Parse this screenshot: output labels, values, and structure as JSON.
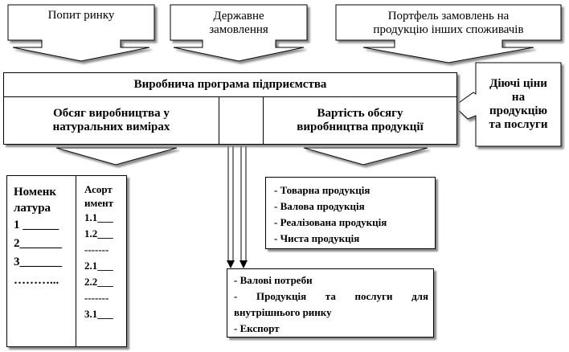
{
  "top_boxes": {
    "demand": "Попит ринку",
    "state_order": [
      "Державне",
      "замовлення"
    ],
    "portfolio": [
      "Портфель замовлень на",
      "продукцію інших споживачів"
    ]
  },
  "program": {
    "title": "Виробнича програма підприємства",
    "volume": [
      "Обсяг виробництва у",
      "натуральних вимірах"
    ],
    "cost": [
      "Вартість обсягу",
      "виробництва продукції"
    ]
  },
  "prices": [
    "Діючі ціни",
    "на",
    "продукцію",
    "та послуги"
  ],
  "nomenclature": {
    "header": [
      "Номенк",
      "латура"
    ],
    "items": [
      "1 ______",
      "2_______",
      "3_______",
      "………..."
    ]
  },
  "assortment": {
    "header": [
      "Асорт",
      "имент"
    ],
    "items": [
      "1.1___",
      "1.2___",
      "-------",
      "2.1___",
      "2.2___",
      "-------",
      "3.1___"
    ]
  },
  "product_list": [
    "- Товарна  продукція",
    "- Валова продукція",
    "- Реалізована продукція",
    "- Чиста продукція"
  ],
  "needs": {
    "line1": "- Валові потреби",
    "line2_words": [
      "-",
      "Продукція",
      "та",
      "послуги",
      "для"
    ],
    "line3": "внутрішнього  ринку",
    "line4": "- Експорт"
  }
}
